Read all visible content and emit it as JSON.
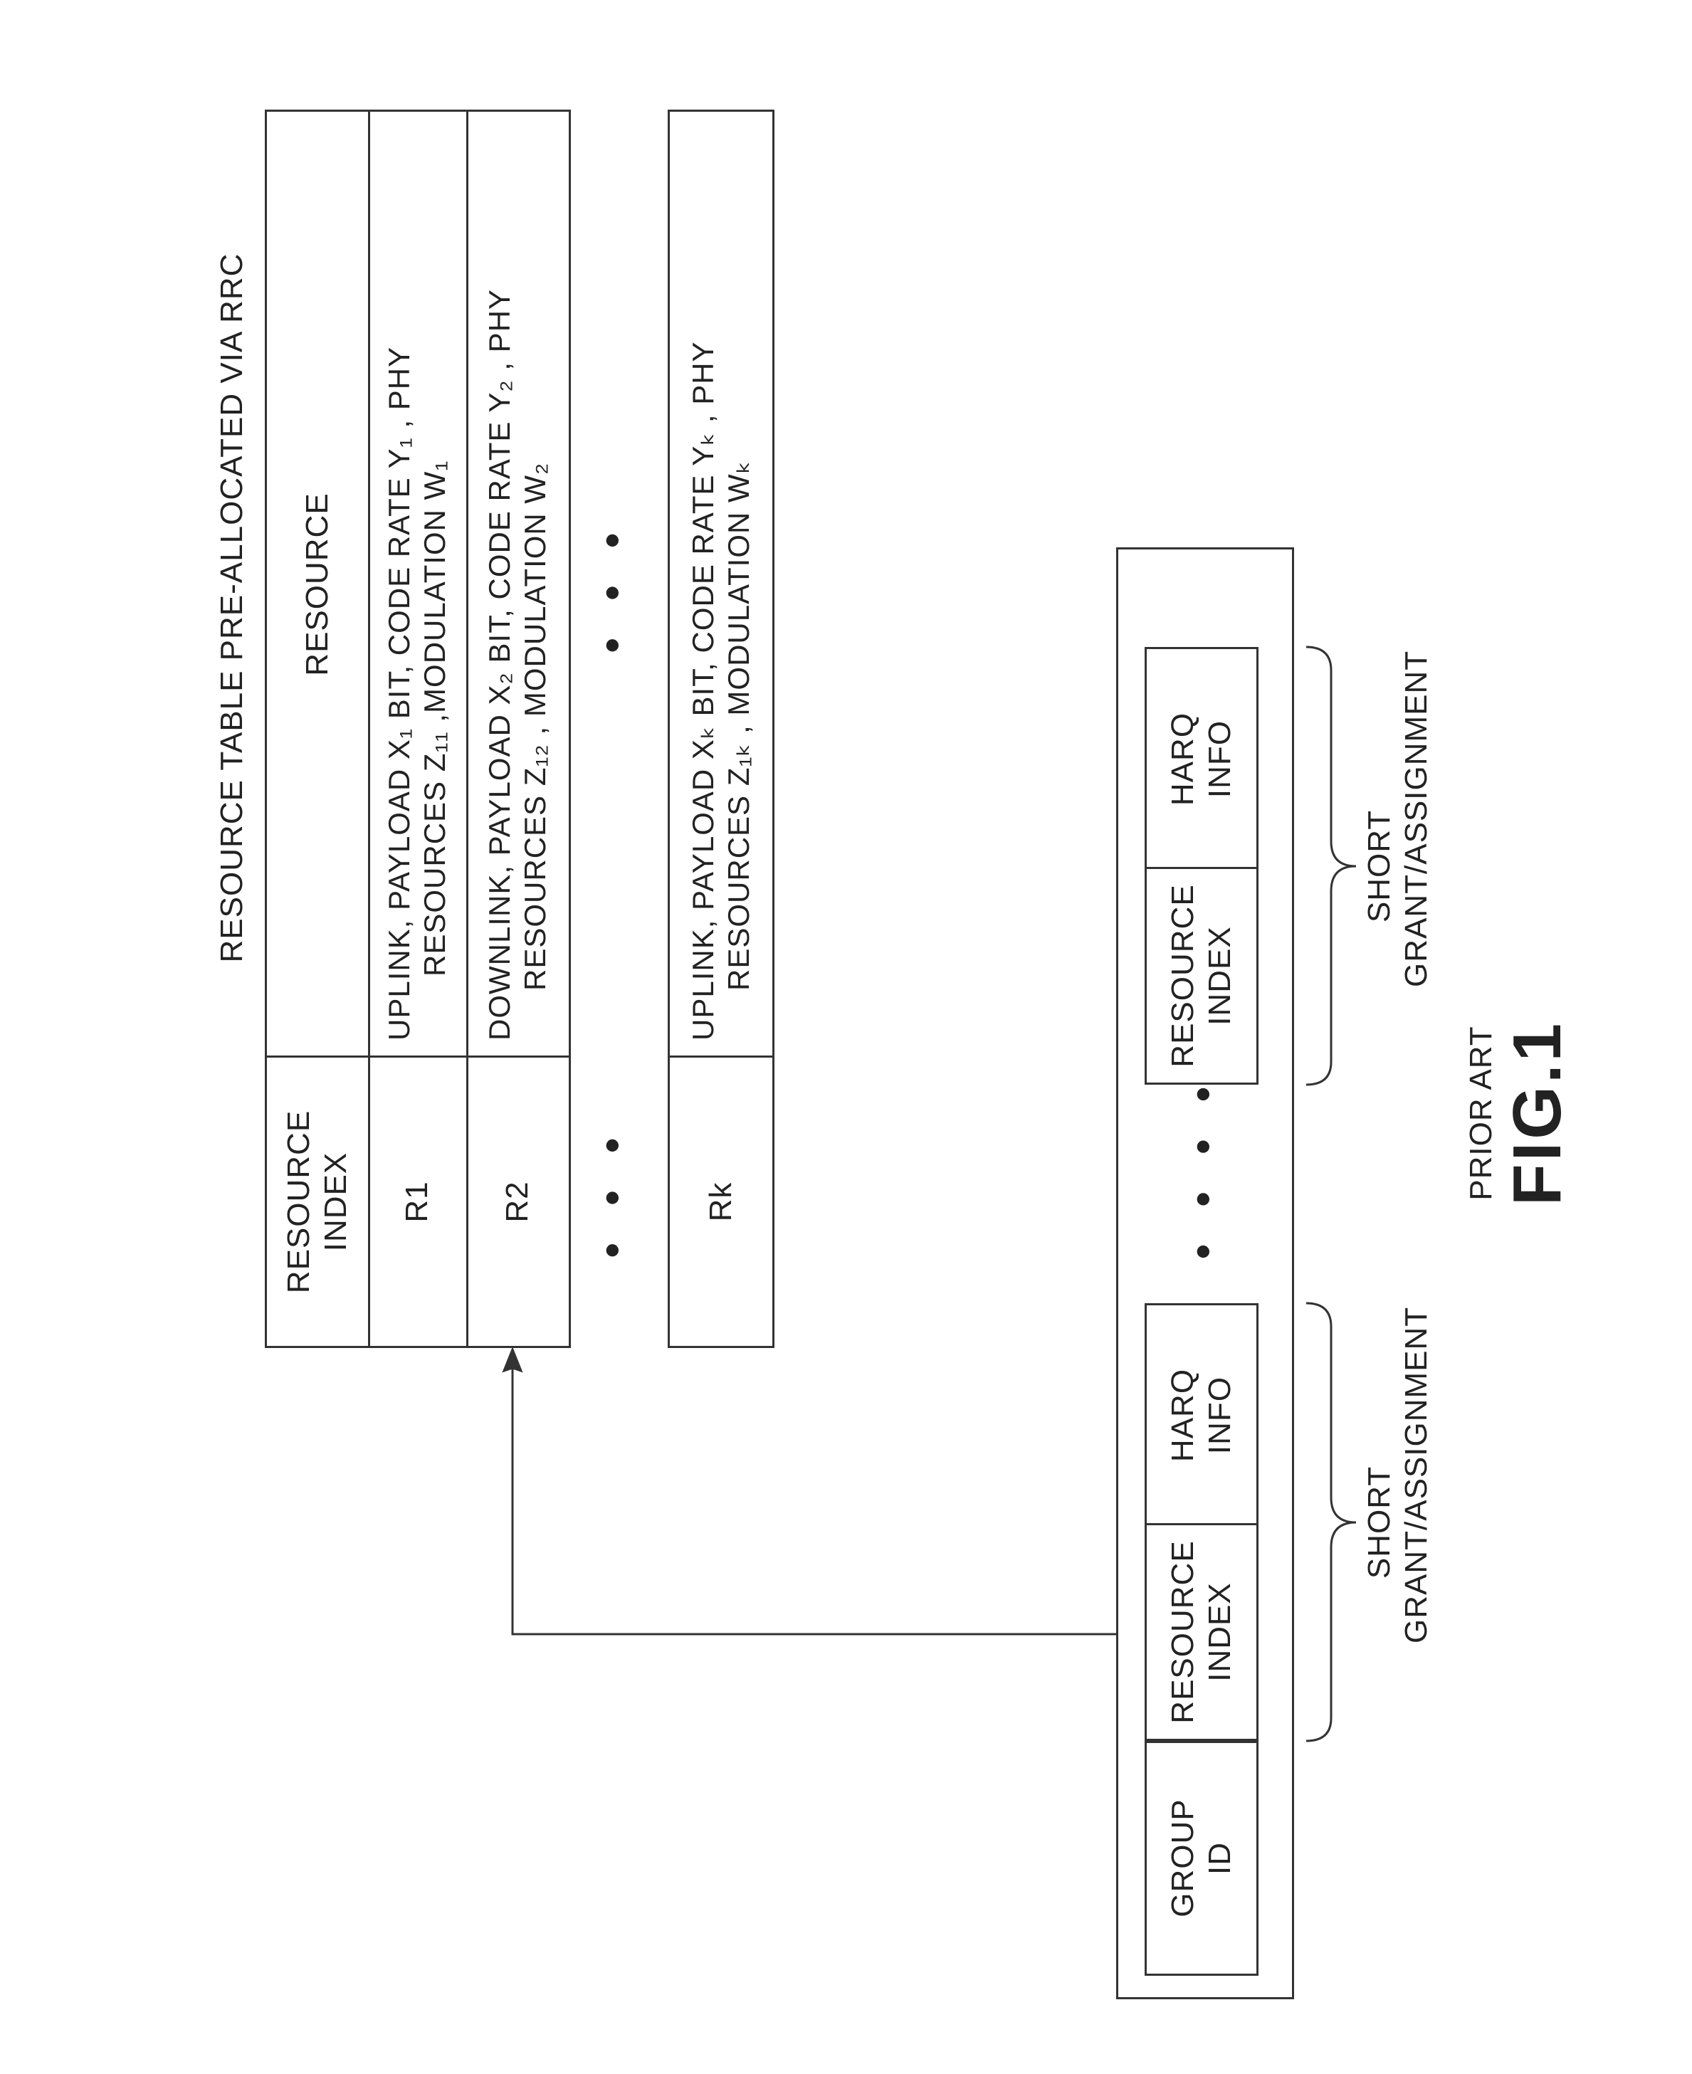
{
  "title": "RESOURCE TABLE PRE-ALLOCATED VIA RRC",
  "table": {
    "header_index": "RESOURCE INDEX",
    "header_resource": "RESOURCE",
    "rows": [
      {
        "index": "R1",
        "resource_line1": "UPLINK, PAYLOAD X₁ BIT, CODE RATE Y₁ , PHY",
        "resource_line2": "RESOURCES Z₁₁ ,MODULATION W₁"
      },
      {
        "index": "R2",
        "resource_line1": "DOWNLINK, PAYLOAD X₂ BIT, CODE RATE Y₂ , PHY",
        "resource_line2": "RESOURCES Z₁₂ , MODULATION W₂"
      }
    ],
    "last_row": {
      "index": "Rk",
      "resource_line1": "UPLINK, PAYLOAD Xₖ BIT, CODE RATE Yₖ , PHY",
      "resource_line2": "RESOURCES Z₁ₖ , MODULATION Wₖ"
    },
    "ellipsis": "• • •"
  },
  "message": {
    "group_id": "GROUP ID",
    "segments": [
      {
        "resource_index": "RESOURCE INDEX",
        "harq_info": "HARQ INFO",
        "label": "SHORT GRANT/ASSIGNMENT"
      },
      {
        "resource_index": "RESOURCE INDEX",
        "harq_info": "HARQ INFO",
        "label": "SHORT GRANT/ASSIGNMENT"
      }
    ],
    "ellipsis": "• • • •"
  },
  "caption": {
    "prior_art": "PRIOR ART",
    "figure": "FIG.1"
  }
}
